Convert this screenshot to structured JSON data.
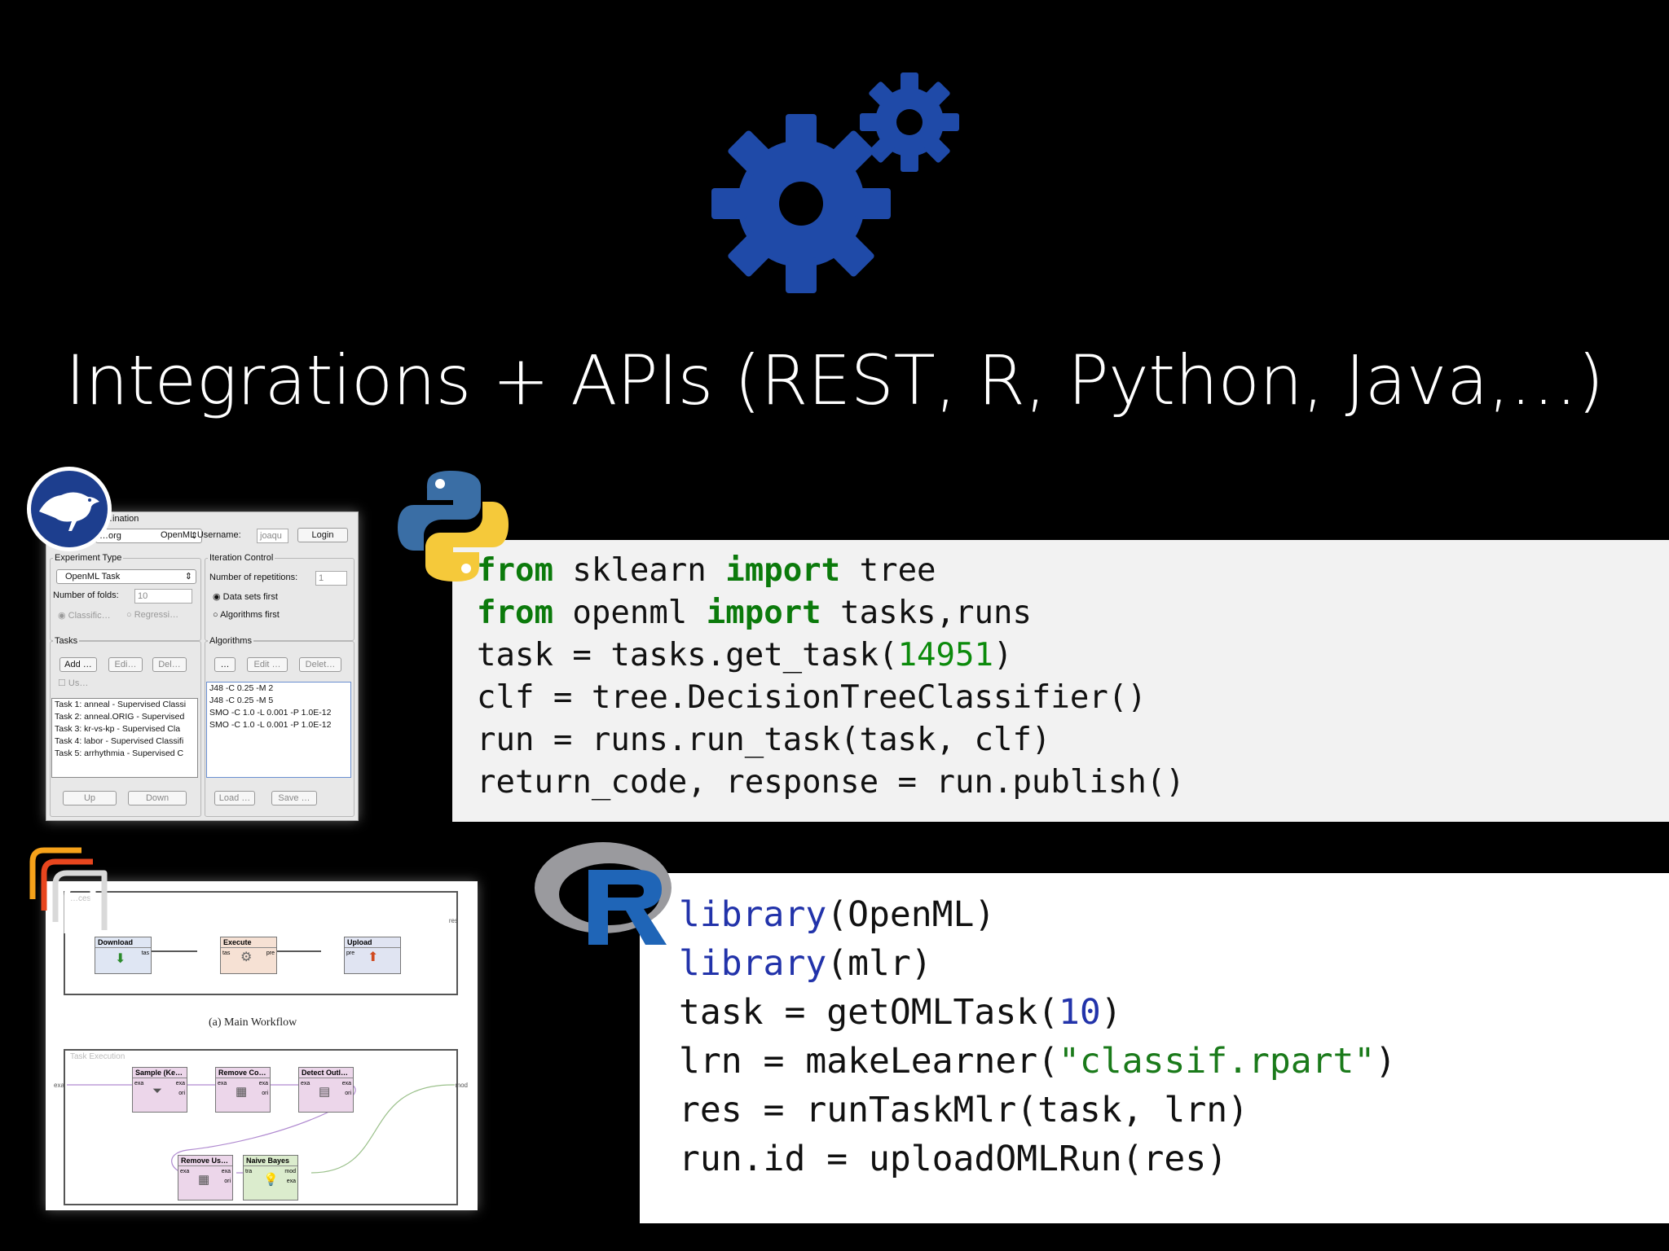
{
  "slide": {
    "title": "Integrations + APIs (REST, R, Python, Java,…)"
  },
  "colors": {
    "background": "#000000",
    "gears": "#1f4aa8",
    "python_keyword": "#0b7a0b",
    "r_function": "#2233aa",
    "r_string": "#1a7a1a"
  },
  "icons": [
    "gears-icon",
    "weka-bird-logo-icon",
    "python-logo-icon",
    "rapidminer-logo-icon",
    "r-logo-icon"
  ],
  "python_code": {
    "lines": [
      {
        "kw1": "from",
        "t1": " sklearn ",
        "kw2": "import",
        "t2": " tree"
      },
      {
        "kw1": "from",
        "t1": " openml ",
        "kw2": "import",
        "t2": " tasks,runs"
      },
      {
        "pre": "task = tasks.get_task(",
        "num": "14951",
        "post": ")"
      },
      {
        "text": "clf = tree.DecisionTreeClassifier()"
      },
      {
        "text": "run = runs.run_task(task, clf)"
      },
      {
        "text": "return_code, response = run.publish()"
      }
    ]
  },
  "r_code": {
    "lines": [
      {
        "fn": "library",
        "post": "(OpenML)"
      },
      {
        "fn": "library",
        "post": "(mlr)"
      },
      {
        "pre": "task = getOMLTask(",
        "num": "10",
        "post": ")"
      },
      {
        "pre": "lrn = makeLearner(",
        "str": "\"classif.rpart\"",
        "post": ")"
      },
      {
        "text": "res = runTaskMlr(task, lrn)"
      },
      {
        "text": "run.id = uploadOMLRun(res)"
      }
    ]
  },
  "weka": {
    "top": {
      "section": "…ination",
      "server": "…org",
      "username_label": "OpenML Username:",
      "username_value": "joaqu",
      "login": "Login"
    },
    "experiment_type": {
      "title": "Experiment Type",
      "selected": "OpenML Task",
      "folds_label": "Number of folds:",
      "folds_value": "10",
      "classification": "Classific…",
      "regression": "Regressi…"
    },
    "iteration_control": {
      "title": "Iteration Control",
      "repetitions_label": "Number of repetitions:",
      "repetitions_value": "1",
      "datasets_first": "Data sets first",
      "algorithms_first": "Algorithms first"
    },
    "tasks": {
      "title": "Tasks",
      "add": "Add …",
      "edit": "Edi…",
      "delete": "Del…",
      "use": "Us…",
      "items": [
        "Task 1: anneal - Supervised Classi",
        "Task 2: anneal.ORIG - Supervised",
        "Task 3: kr-vs-kp - Supervised Cla",
        "Task 4: labor - Supervised Classifi",
        "Task 5: arrhythmia - Supervised C"
      ],
      "up": "Up",
      "down": "Down"
    },
    "algorithms": {
      "title": "Algorithms",
      "add": "…",
      "edit": "Edit …",
      "delete": "Delet…",
      "items": [
        "J48 -C 0.25 -M 2",
        "J48 -C 0.25 -M 5",
        "SMO -C 1.0 -L 0.001 -P 1.0E-12",
        "SMO -C 1.0 -L 0.001 -P 1.0E-12"
      ],
      "load": "Load …",
      "save": "Save …"
    }
  },
  "rapidminer": {
    "main": {
      "header": "…cess",
      "operators": [
        {
          "name": "Download",
          "port_out": "tas"
        },
        {
          "name": "Execute",
          "port_in": "tas",
          "port_out": "pre"
        },
        {
          "name": "Upload",
          "port_in": "pre"
        }
      ],
      "right_port": "res",
      "caption": "(a) Main Workflow"
    },
    "task_execution": {
      "header": "Task Execution",
      "left_port": "exa",
      "right_port": "mod",
      "operators": [
        {
          "name": "Sample (Ke…",
          "in": "exa",
          "out1": "exa",
          "out2": "ori"
        },
        {
          "name": "Remove Co…",
          "in": "exa",
          "out1": "exa",
          "out2": "ori"
        },
        {
          "name": "Detect Outl…",
          "in": "exa",
          "out1": "exa",
          "out2": "ori"
        },
        {
          "name": "Remove Us…",
          "in": "exa",
          "out1": "exa",
          "out2": "ori"
        },
        {
          "name": "Naive Bayes",
          "in": "tra",
          "out1": "mod",
          "out2": "exa"
        }
      ]
    }
  }
}
